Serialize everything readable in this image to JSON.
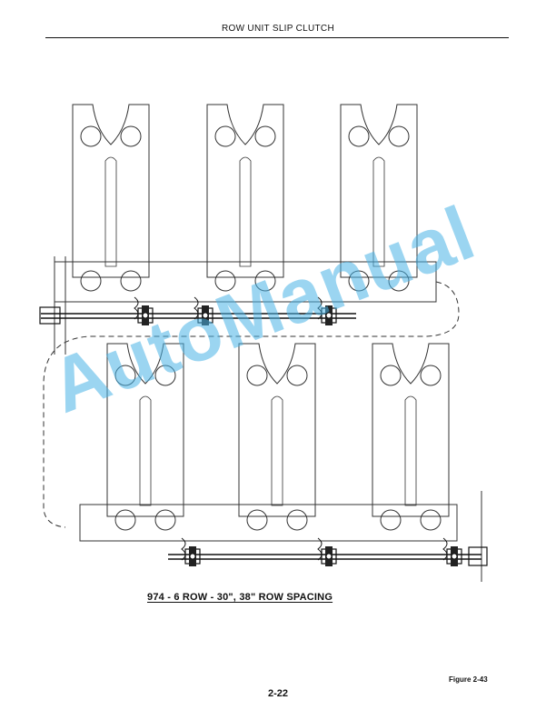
{
  "header": {
    "title": "ROW UNIT SLIP CLUTCH"
  },
  "figure": {
    "caption": "974 - 6 ROW - 30\", 38\" ROW SPACING",
    "label": "Figure 2-43"
  },
  "footer": {
    "page_number": "2-22"
  },
  "watermark": {
    "text": "AutoManual",
    "color": "#48b2e6"
  }
}
